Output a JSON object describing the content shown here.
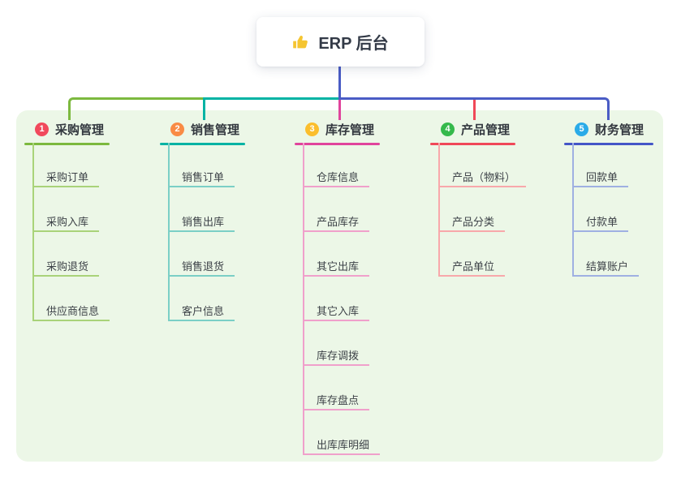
{
  "root": {
    "icon": "thumbs-up",
    "title": "ERP 后台"
  },
  "palette": {
    "page_background": "#ffffff",
    "panel_background": "#ecf7e7",
    "root_text": "#333a47",
    "thumb_yellow": "#f5c531"
  },
  "connectors": {
    "root_stem_color": "#4a5cc5",
    "bus_segments": [
      {
        "name": "left-green",
        "color": "#7cb93e"
      },
      {
        "name": "mid-teal",
        "color": "#00b3a4"
      },
      {
        "name": "right-blue",
        "color": "#4a5cc5"
      }
    ],
    "drop_colors": [
      "#7cb93e",
      "#00b3a4",
      "#e0449c",
      "#f04858",
      "#4a5cc5"
    ]
  },
  "branches": [
    {
      "num": "1",
      "label": "采购管理",
      "badge_color": "#f1495c",
      "line_color": "#7cb93e",
      "child_line_color": "#a9d379",
      "children": [
        "采购订单",
        "采购入库",
        "采购退货",
        "供应商信息"
      ]
    },
    {
      "num": "2",
      "label": "销售管理",
      "badge_color": "#f98b45",
      "line_color": "#00b3a4",
      "child_line_color": "#7bcfc6",
      "children": [
        "销售订单",
        "销售出库",
        "销售退货",
        "客户信息"
      ]
    },
    {
      "num": "3",
      "label": "库存管理",
      "badge_color": "#fbbe2d",
      "line_color": "#e0449c",
      "child_line_color": "#f0a0cb",
      "children": [
        "仓库信息",
        "产品库存",
        "其它出库",
        "其它入库",
        "库存调拨",
        "库存盘点",
        "出库库明细"
      ]
    },
    {
      "num": "4",
      "label": "产品管理",
      "badge_color": "#35b94b",
      "line_color": "#f04858",
      "child_line_color": "#f8a8ab",
      "children": [
        "产品（物料）",
        "产品分类",
        "产品单位"
      ]
    },
    {
      "num": "5",
      "label": "财务管理",
      "badge_color": "#2aabe8",
      "line_color": "#4456c7",
      "child_line_color": "#9fb0e2",
      "children": [
        "回款单",
        "付款单",
        "结算账户"
      ]
    }
  ]
}
